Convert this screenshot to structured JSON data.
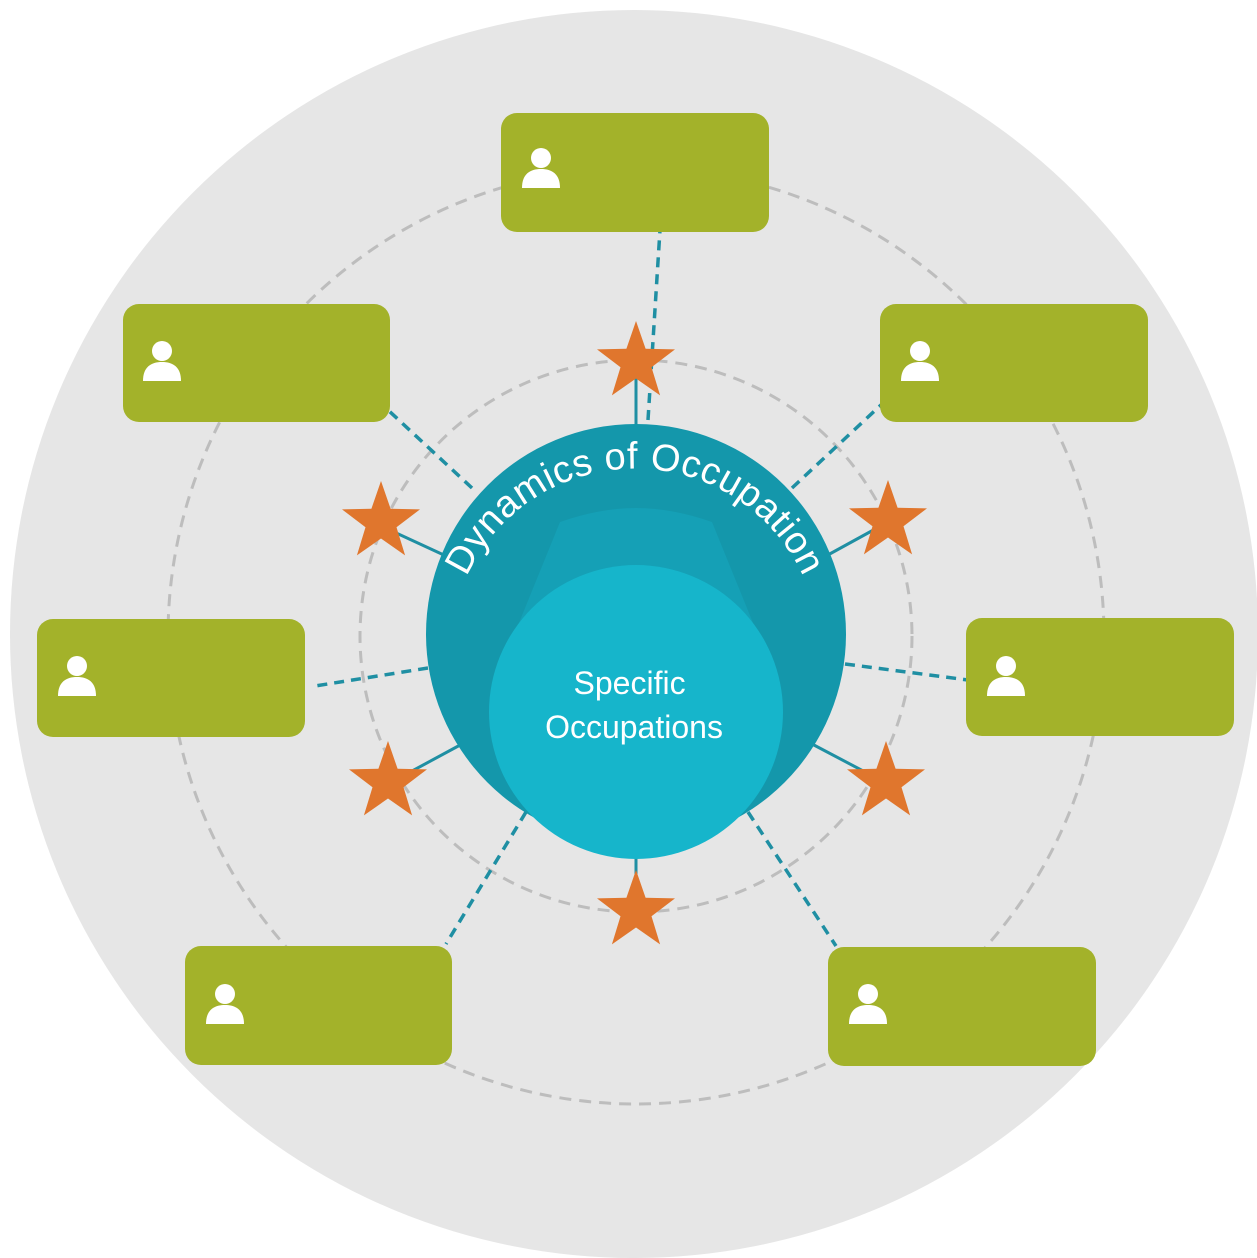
{
  "diagram": {
    "outer_title": "Dynamics of Occupation",
    "inner_label_line1": "Specific",
    "inner_label_line2": "Occupations",
    "person_boxes_count": 7,
    "stars_count": 6
  },
  "colors": {
    "background_disk": "#e6e6e6",
    "ring_dash": "#bdbdbd",
    "outer_circle": "#1497ab",
    "inner_circle": "#16b5cb",
    "box_fill": "#a3b22a",
    "star_fill": "#e0762d",
    "connector_solid": "#1f8fa3",
    "connector_dashed": "#1f8fa3",
    "person_icon": "#ffffff",
    "text": "#ffffff"
  },
  "icons": {
    "person": "person-icon",
    "star": "star-icon"
  }
}
